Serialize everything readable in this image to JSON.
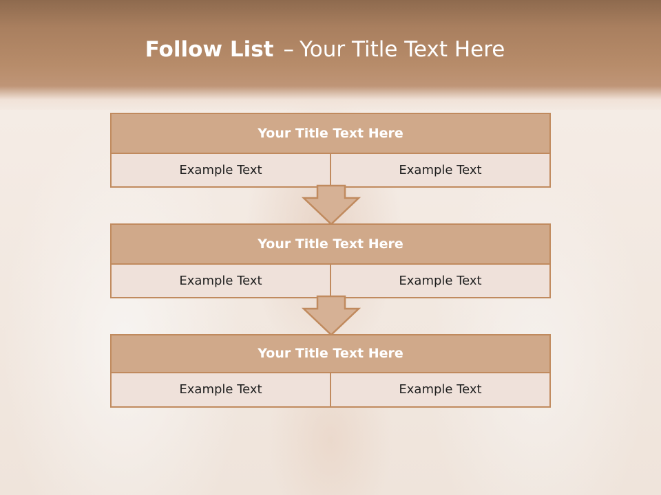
{
  "slide": {
    "title_bold": "Follow List",
    "title_rest": "Your Title Text Here",
    "dash": "–"
  },
  "blocks": [
    {
      "title": "Your Title Text Here",
      "left": "Example Text",
      "right": "Example Text"
    },
    {
      "title": "Your Title Text Here",
      "left": "Example Text",
      "right": "Example Text"
    },
    {
      "title": "Your Title Text Here",
      "left": "Example Text",
      "right": "Example Text"
    }
  ],
  "colors": {
    "header": "#a97f5f",
    "title_bar": "#d0a98a",
    "cell": "#efe1da",
    "border": "#c08a5e"
  }
}
